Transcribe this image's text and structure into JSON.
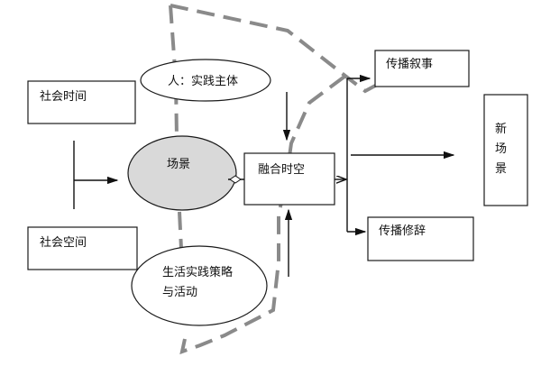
{
  "diagram": {
    "nodes": {
      "social_time": "社会时间",
      "social_space": "社会空间",
      "subject": "人：实践主体",
      "scene": "场景",
      "strategy_line1": "生活实践策略",
      "strategy_line2": "与活动",
      "fusion": "融合时空",
      "narrative": "传播叙事",
      "rhetoric": "传播修辞",
      "new_scene_1": "新",
      "new_scene_2": "场",
      "new_scene_3": "景"
    },
    "colors": {
      "scene_fill": "#d9d9d9",
      "dashed_boundary": "#8a8a8a",
      "line": "#111111",
      "box_border": "#1a1a1a"
    }
  }
}
